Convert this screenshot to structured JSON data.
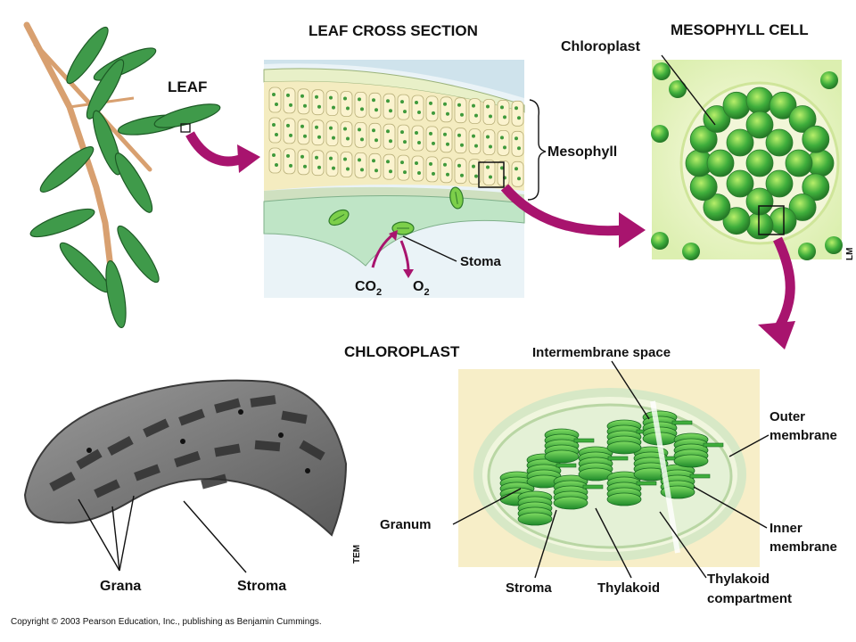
{
  "titles": {
    "leaf": "LEAF",
    "cross_section": "LEAF CROSS SECTION",
    "mesophyll_cell": "MESOPHYLL CELL",
    "chloroplast": "CHLOROPLAST"
  },
  "cross_section_labels": {
    "mesophyll": "Mesophyll",
    "stoma": "Stoma",
    "co2_base": "CO",
    "co2_sub": "2",
    "o2_base": "O",
    "o2_sub": "2"
  },
  "mesophyll_labels": {
    "chloroplast": "Chloroplast",
    "scale_tag": "LM"
  },
  "chloroplast_labels": {
    "intermembrane_space": "Intermembrane space",
    "outer_membrane_1": "Outer",
    "outer_membrane_2": "membrane",
    "inner_membrane_1": "Inner",
    "inner_membrane_2": "membrane",
    "granum": "Granum",
    "stroma": "Stroma",
    "thylakoid": "Thylakoid",
    "thylakoid_compartment_1": "Thylakoid",
    "thylakoid_compartment_2": "compartment"
  },
  "micrograph_labels": {
    "grana": "Grana",
    "stroma": "Stroma",
    "scale_tag": "TEM"
  },
  "copyright": "Copyright © 2003 Pearson Education, Inc., publishing as Benjamin Cummings.",
  "colors": {
    "arrow": "#a8146e",
    "leaf_green": "#2f8a3c",
    "chloroplast_green": "#46b54a",
    "background_tan": "#f7eec8",
    "micrograph_gray": "#6e6e6e"
  }
}
